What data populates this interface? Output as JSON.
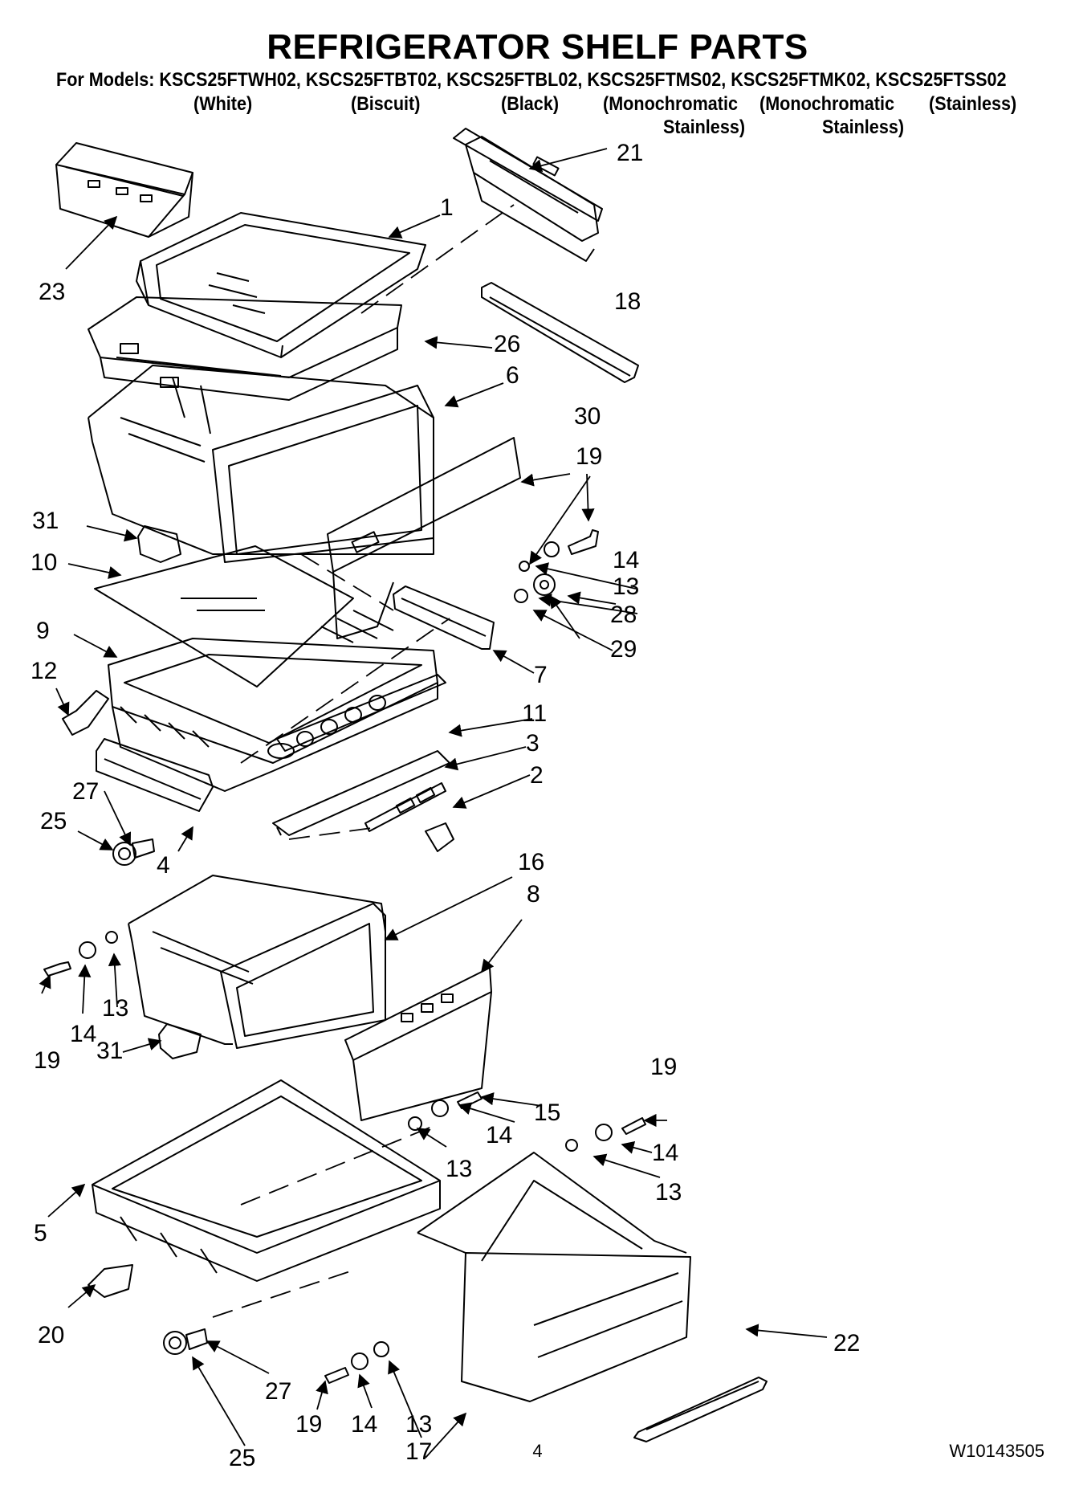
{
  "header": {
    "title": "REFRIGERATOR SHELF PARTS",
    "models_label": "For Models:",
    "models": [
      "KSCS25FTWH02,",
      "KSCS25FTBT02,",
      "KSCS25FTBL02,",
      "KSCS25FTMS02,",
      "KSCS25FTMK02,",
      "KSCS25FTSS02"
    ],
    "finishes": [
      "(White)",
      "(Biscuit)",
      "(Black)",
      "(Monochromatic",
      "Stainless)",
      "(Monochromatic",
      "Stainless)",
      "(Stainless)"
    ]
  },
  "callouts": [
    {
      "id": "c1",
      "label": "1"
    },
    {
      "id": "c2",
      "label": "2"
    },
    {
      "id": "c3",
      "label": "3"
    },
    {
      "id": "c4",
      "label": "4"
    },
    {
      "id": "c5",
      "label": "5"
    },
    {
      "id": "c6",
      "label": "6"
    },
    {
      "id": "c7",
      "label": "7"
    },
    {
      "id": "c8",
      "label": "8"
    },
    {
      "id": "c9",
      "label": "9"
    },
    {
      "id": "c10",
      "label": "10"
    },
    {
      "id": "c11",
      "label": "11"
    },
    {
      "id": "c12",
      "label": "12"
    },
    {
      "id": "c13a",
      "label": "13"
    },
    {
      "id": "c13b",
      "label": "13"
    },
    {
      "id": "c13c",
      "label": "13"
    },
    {
      "id": "c13d",
      "label": "13"
    },
    {
      "id": "c13e",
      "label": "13"
    },
    {
      "id": "c14a",
      "label": "14"
    },
    {
      "id": "c14b",
      "label": "14"
    },
    {
      "id": "c14c",
      "label": "14"
    },
    {
      "id": "c14d",
      "label": "14"
    },
    {
      "id": "c14e",
      "label": "14"
    },
    {
      "id": "c15",
      "label": "15"
    },
    {
      "id": "c16",
      "label": "16"
    },
    {
      "id": "c17",
      "label": "17"
    },
    {
      "id": "c18",
      "label": "18"
    },
    {
      "id": "c19a",
      "label": "19"
    },
    {
      "id": "c19b",
      "label": "19"
    },
    {
      "id": "c19c",
      "label": "19"
    },
    {
      "id": "c19d",
      "label": "19"
    },
    {
      "id": "c20",
      "label": "20"
    },
    {
      "id": "c21",
      "label": "21"
    },
    {
      "id": "c22",
      "label": "22"
    },
    {
      "id": "c23",
      "label": "23"
    },
    {
      "id": "c25a",
      "label": "25"
    },
    {
      "id": "c25b",
      "label": "25"
    },
    {
      "id": "c26",
      "label": "26"
    },
    {
      "id": "c27a",
      "label": "27"
    },
    {
      "id": "c27b",
      "label": "27"
    },
    {
      "id": "c28",
      "label": "28"
    },
    {
      "id": "c29",
      "label": "29"
    },
    {
      "id": "c30",
      "label": "30"
    },
    {
      "id": "c31a",
      "label": "31"
    },
    {
      "id": "c31b",
      "label": "31"
    }
  ],
  "footer": {
    "page_number": "4",
    "document_number": "W10143505"
  }
}
